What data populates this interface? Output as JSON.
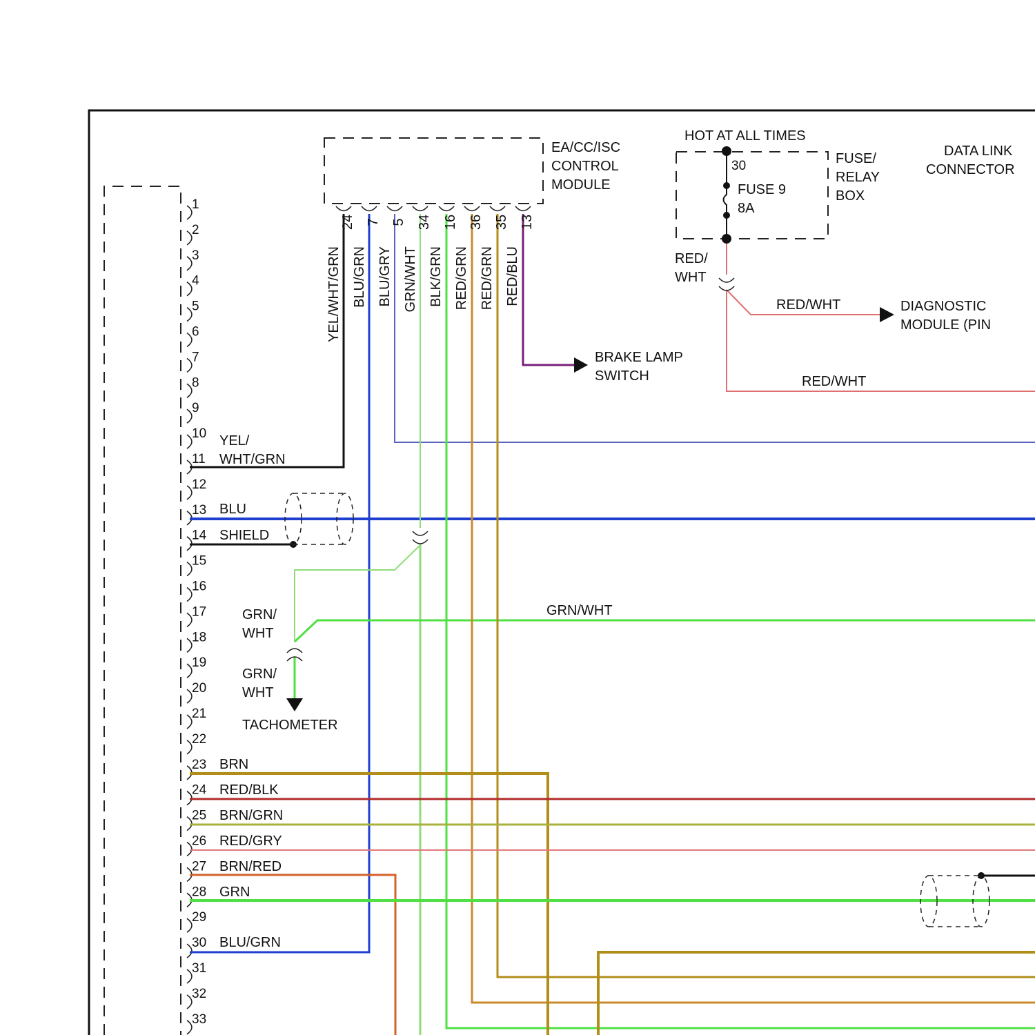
{
  "colors": {
    "black": "#111111",
    "blue": "#1f3fd0",
    "blue_gray": "#5a62c0",
    "green": "#4fe043",
    "green_white": "#8fdc7a",
    "red_green": "#c98a2a",
    "red_blue": "#7a1f7a",
    "red_white": "#e07070",
    "brown": "#b08e18",
    "red_black": "#b22a2a",
    "brown_green": "#a9b23c",
    "red_gray": "#e07a7a",
    "brown_red": "#d4622a"
  },
  "left_connector": {
    "pins": [
      "1",
      "2",
      "3",
      "4",
      "5",
      "6",
      "7",
      "8",
      "9",
      "10",
      "11",
      "12",
      "13",
      "14",
      "15",
      "16",
      "17",
      "18",
      "19",
      "20",
      "21",
      "22",
      "23",
      "24",
      "25",
      "26",
      "27",
      "28",
      "29",
      "30",
      "31",
      "32",
      "33"
    ],
    "wire_labels": {
      "yel_1": "YEL/",
      "yel_2": "WHT/GRN",
      "blu": "BLU",
      "shield": "SHIELD",
      "brn": "BRN",
      "red_blk": "RED/BLK",
      "brn_grn": "BRN/GRN",
      "red_gry": "RED/GRY",
      "brn_red": "BRN/RED",
      "grn": "GRN",
      "blu_grn": "BLU/GRN"
    }
  },
  "control_module": {
    "name_lines": [
      "EA/CC/ISC",
      "CONTROL",
      "MODULE"
    ],
    "pins": [
      "24",
      "7",
      "5",
      "34",
      "16",
      "36",
      "35",
      "13"
    ],
    "wire_colors": [
      "YEL/WHT/GRN",
      "BLU/GRN",
      "BLU/GRY",
      "GRN/WHT",
      "BLK/GRN",
      "RED/GRN",
      "RED/GRN",
      "RED/BLU"
    ]
  },
  "fuse_box": {
    "hot_label": "HOT AT ALL TIMES",
    "name_lines": [
      "FUSE/",
      "RELAY",
      "BOX"
    ],
    "terminal": "30",
    "fuse_name": "FUSE 9",
    "fuse_rating": "8A",
    "out_wire_1": "RED/",
    "out_wire_2": "WHT"
  },
  "data_link": {
    "name_lines": [
      "DATA LINK",
      "CONNECTOR"
    ]
  },
  "diagnostic": {
    "wire": "RED/WHT",
    "name_lines": [
      "DIAGNOSTIC",
      "MODULE (PIN"
    ]
  },
  "red_wht_lower": "RED/WHT",
  "brake_lamp": {
    "name_lines": [
      "BRAKE LAMP",
      "SWITCH"
    ]
  },
  "tach": {
    "upper_1": "GRN/",
    "upper_2": "WHT",
    "lower_1": "GRN/",
    "lower_2": "WHT",
    "name": "TACHOMETER"
  },
  "grn_wht_run": "GRN/WHT"
}
